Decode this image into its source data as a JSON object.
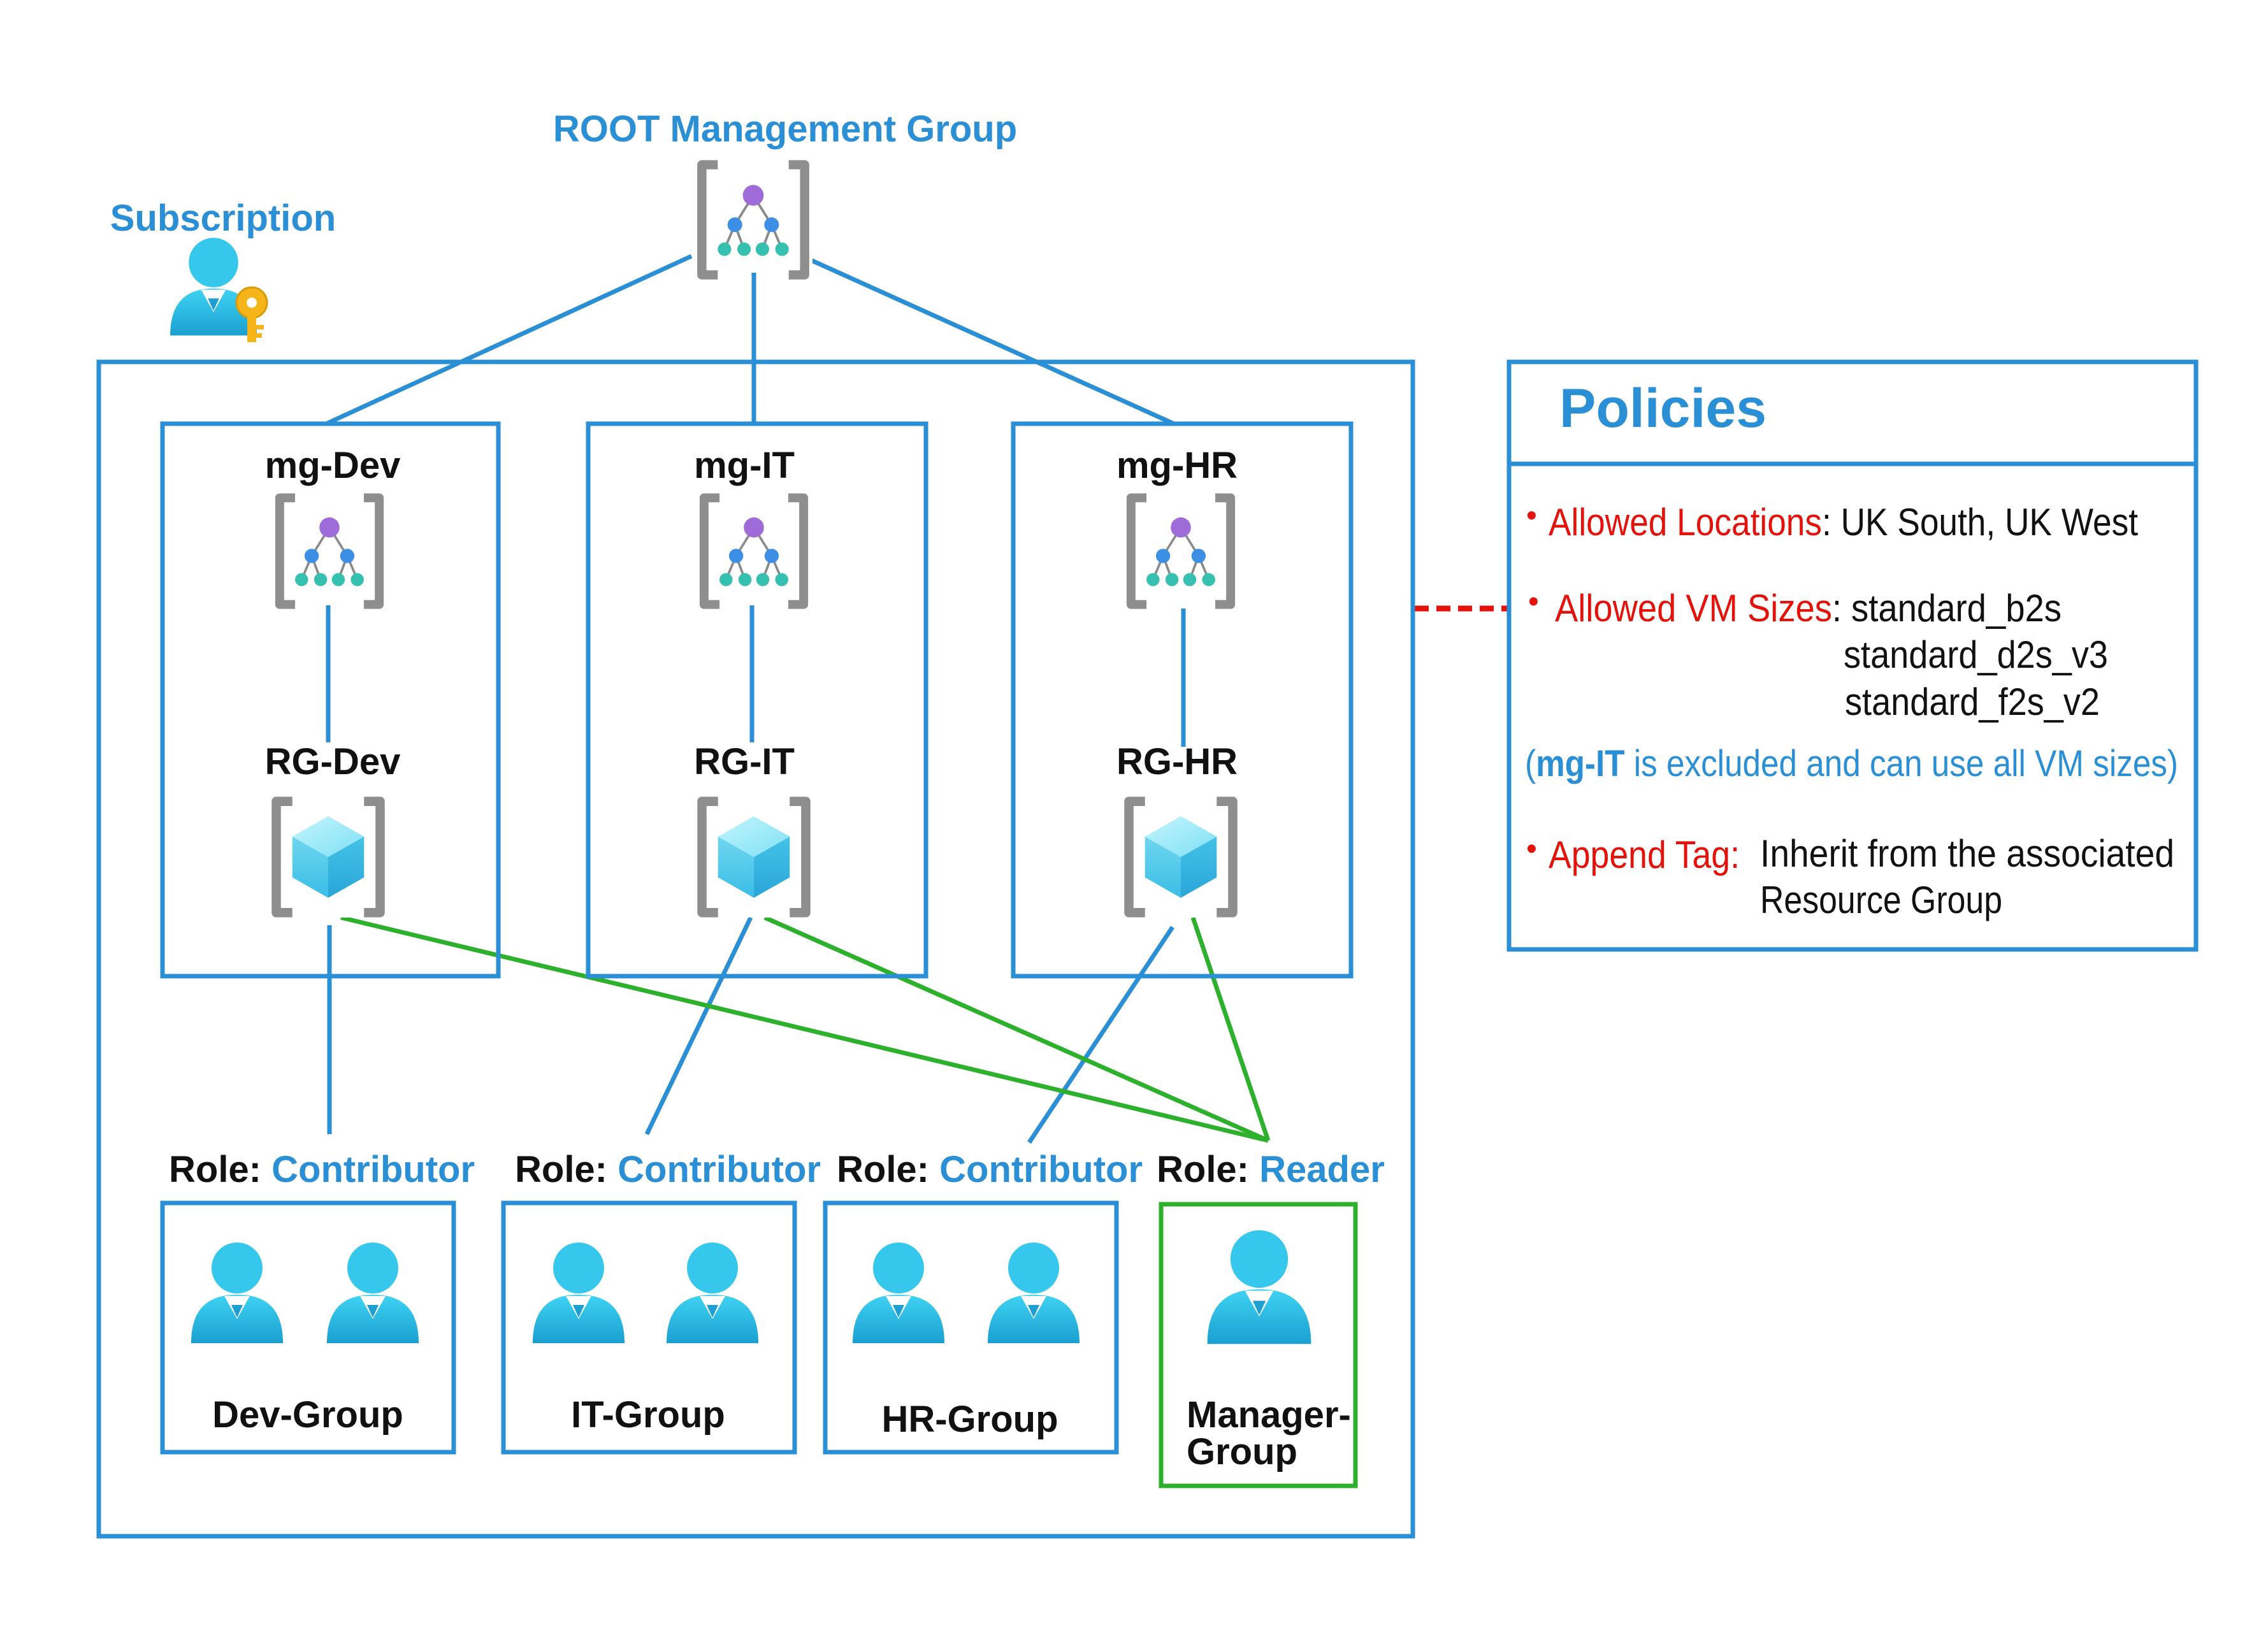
{
  "colors": {
    "azure_blue": "#2b8fd6",
    "reader_green": "#2db12d",
    "policy_red": "#e3120b",
    "icon_gray": "#8e8e8e",
    "person_cyan": "#34c8ec"
  },
  "root": {
    "label": "ROOT Management Group",
    "icon": "management-group-icon"
  },
  "subscription": {
    "label": "Subscription",
    "icon": "subscription-key-icon"
  },
  "management_groups": [
    {
      "name": "mg-Dev",
      "resource_group": "RG-Dev"
    },
    {
      "name": "mg-IT",
      "resource_group": "RG-IT"
    },
    {
      "name": "mg-HR",
      "resource_group": "RG-HR"
    }
  ],
  "role_prefix": "Role:",
  "groups": [
    {
      "role": "Contributor",
      "name": "Dev-Group"
    },
    {
      "role": "Contributor",
      "name": "IT-Group"
    },
    {
      "role": "Contributor",
      "name": "HR-Group"
    },
    {
      "role": "Reader",
      "name_line1": "Manager-",
      "name_line2": "Group"
    }
  ],
  "policies": {
    "title": "Policies",
    "bullet": "•",
    "allowed_locations": {
      "label": "Allowed Locations",
      "sep": ":",
      "value": "UK South, UK West"
    },
    "allowed_vm_sizes": {
      "label": "Allowed VM Sizes",
      "sep": ":",
      "values": [
        "standard_b2s",
        "standard_d2s_v3",
        "standard_f2s_v2"
      ]
    },
    "exclusion": {
      "open": "(",
      "bold": "mg-IT",
      "rest": " is excluded and can use all VM sizes)"
    },
    "append_tag": {
      "label": "Append Tag:",
      "line1": "Inherit from the associated",
      "line2": "Resource Group"
    }
  }
}
